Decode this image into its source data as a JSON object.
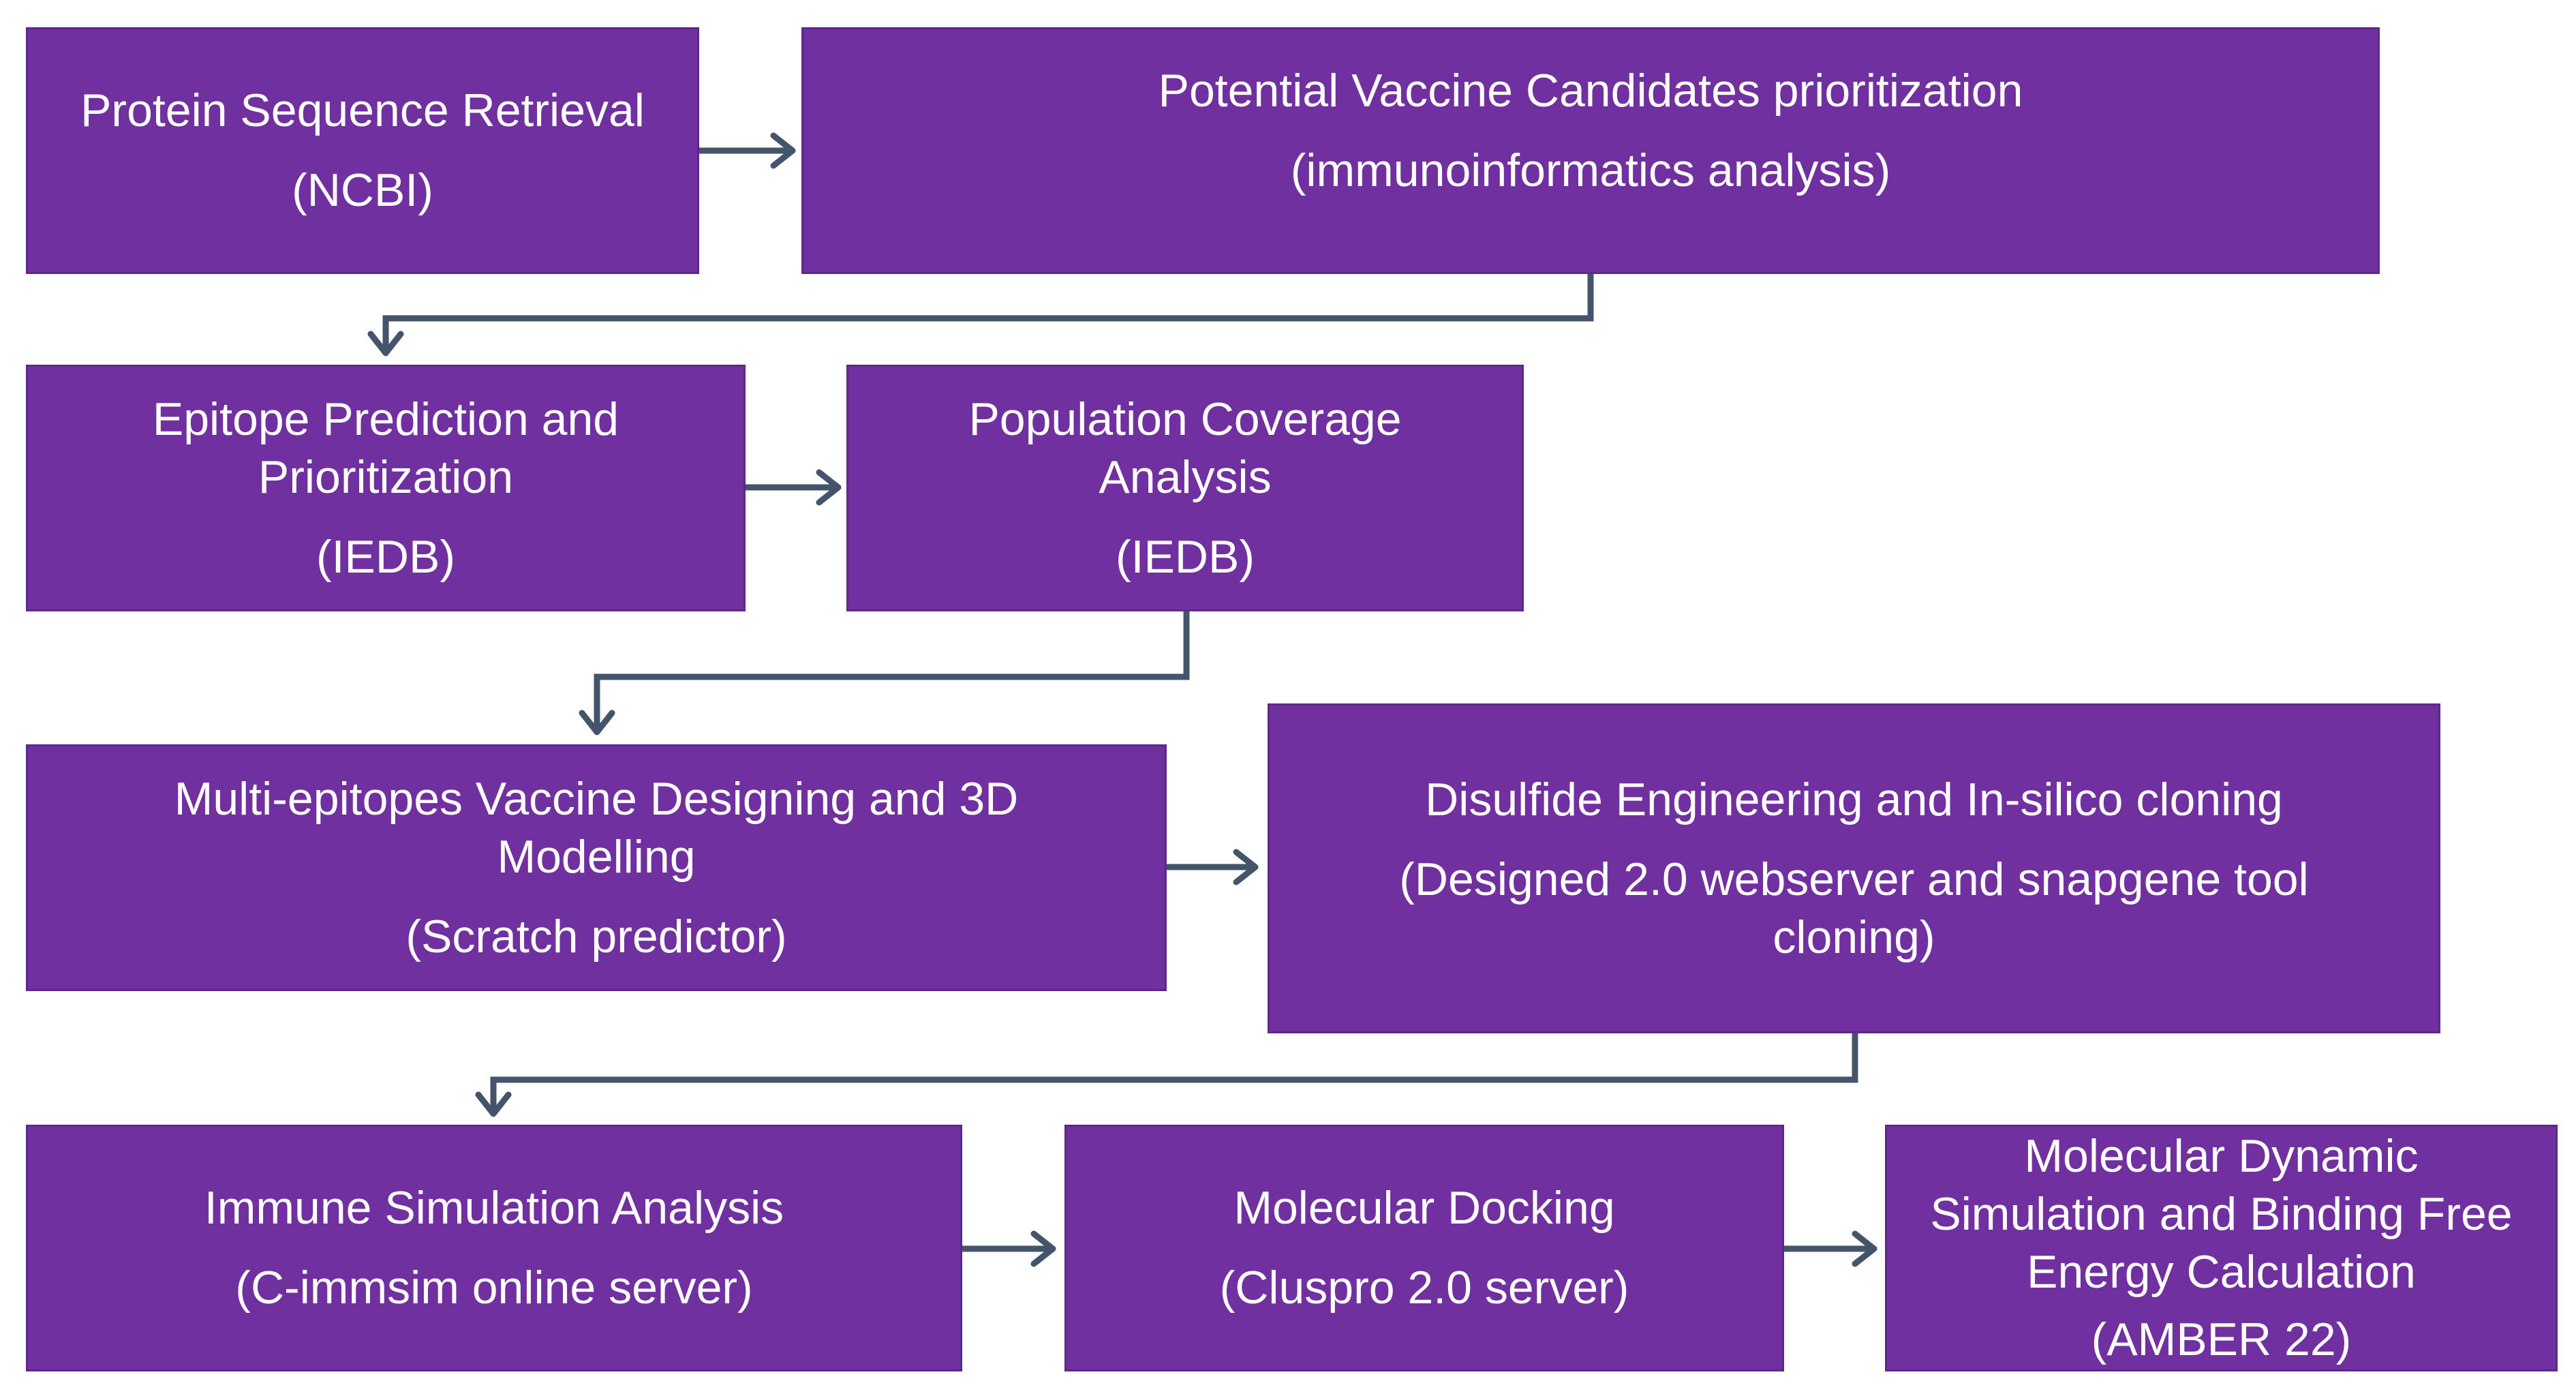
{
  "colors": {
    "box_fill": "#7030a0",
    "box_text": "#ffffff",
    "connector": "#44546a",
    "background": "#ffffff"
  },
  "steps": [
    {
      "title": "Protein Sequence Retrieval",
      "subtitle": "(NCBI)"
    },
    {
      "title": "Potential Vaccine Candidates prioritization",
      "subtitle": "(immunoinformatics analysis)"
    },
    {
      "title": "Epitope Prediction and Prioritization",
      "subtitle": "(IEDB)"
    },
    {
      "title": "Population Coverage Analysis",
      "subtitle": "(IEDB)"
    },
    {
      "title": "Multi-epitopes Vaccine Designing and 3D Modelling",
      "subtitle": "(Scratch predictor)"
    },
    {
      "title": "Disulfide Engineering and In-silico cloning",
      "subtitle": "(Designed 2.0 webserver and snapgene tool cloning)"
    },
    {
      "title": "Immune Simulation Analysis",
      "subtitle": "(C-immsim online server)"
    },
    {
      "title": "Molecular Docking",
      "subtitle": "(Cluspro 2.0 server)"
    },
    {
      "title": "Molecular Dynamic Simulation and Binding Free Energy Calculation",
      "subtitle": "(AMBER 22)"
    }
  ],
  "connections": [
    {
      "from": 1,
      "to": 2
    },
    {
      "from": 2,
      "to": 3
    },
    {
      "from": 3,
      "to": 4
    },
    {
      "from": 4,
      "to": 5
    },
    {
      "from": 5,
      "to": 6
    },
    {
      "from": 6,
      "to": 7
    },
    {
      "from": 7,
      "to": 8
    },
    {
      "from": 8,
      "to": 9
    }
  ]
}
